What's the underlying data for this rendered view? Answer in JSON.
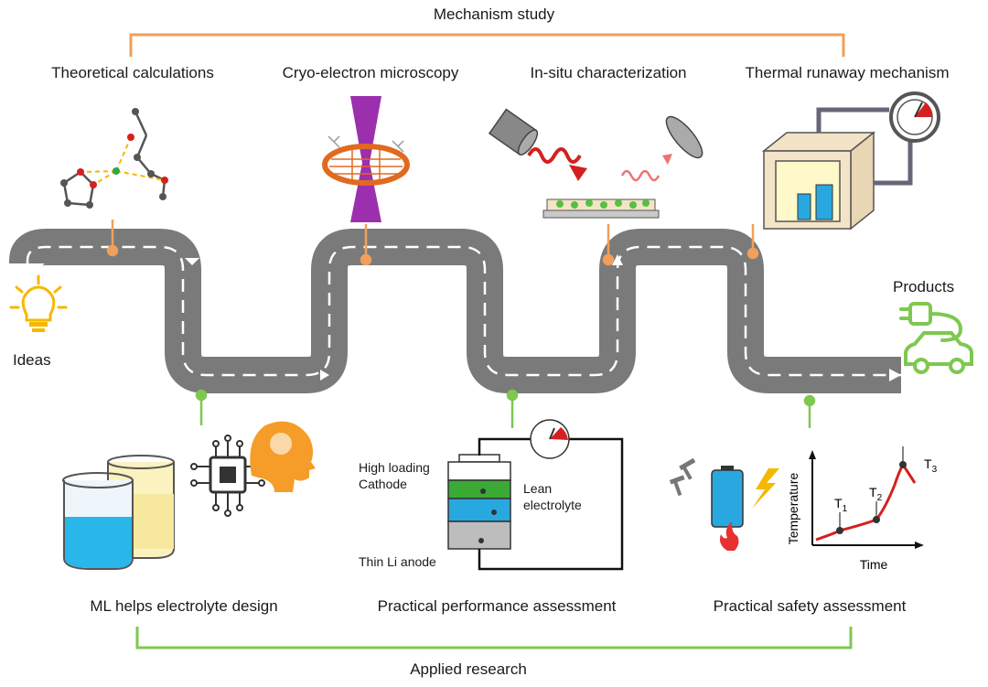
{
  "top_group": {
    "label": "Mechanism study",
    "color": "#f0a05a"
  },
  "bottom_group": {
    "label": "Applied research",
    "color": "#7ec850"
  },
  "start": {
    "label": "Ideas"
  },
  "end": {
    "label": "Products"
  },
  "mechanism_steps": [
    {
      "label": "Theoretical calculations"
    },
    {
      "label": "Cryo-electron microscopy"
    },
    {
      "label": "In-situ characterization"
    },
    {
      "label": "Thermal runaway mechanism"
    }
  ],
  "applied_steps": [
    {
      "label": "ML helps electrolyte design"
    },
    {
      "label": "Practical performance assessment"
    },
    {
      "label": "Practical safety assessment"
    }
  ],
  "battery_labels": {
    "cathode_line1": "High loading",
    "cathode_line2": "Cathode",
    "electrolyte_line1": "Lean",
    "electrolyte_line2": "electrolyte",
    "anode": "Thin Li anode"
  },
  "safety_plot": {
    "ylabel": "Temperature",
    "xlabel": "Time",
    "points": [
      "T",
      "T",
      "T"
    ],
    "subscripts": [
      "1",
      "2",
      "3"
    ]
  },
  "colors": {
    "road": "#7a7a7a",
    "road_dash": "#ffffff",
    "orange": "#f0a05a",
    "green": "#7ec850",
    "cathode": "#3aaa35",
    "electrolyte": "#29a8e0",
    "anode": "#bdbdbd"
  }
}
